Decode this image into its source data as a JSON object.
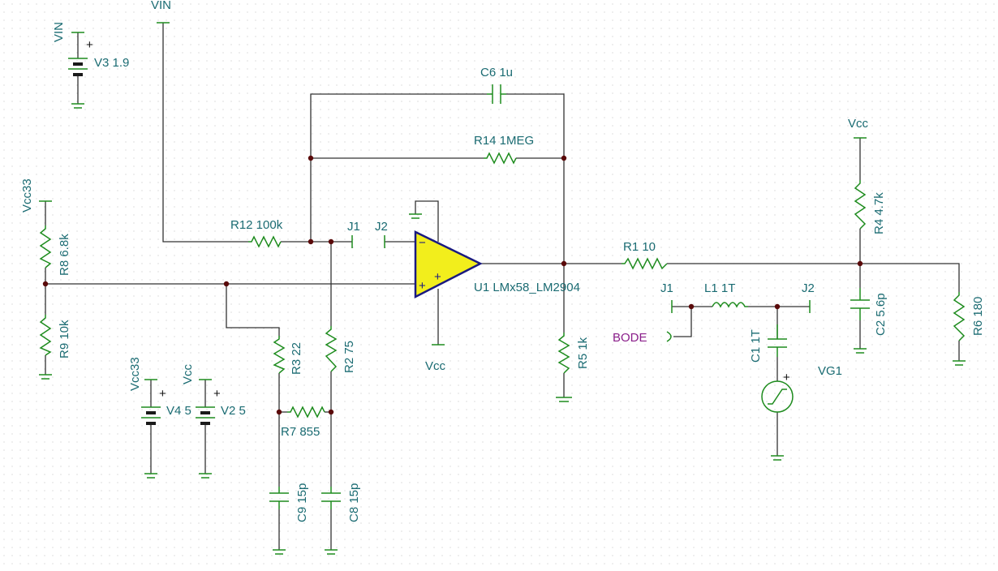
{
  "schematic": {
    "labels": {
      "vin_top": "VIN",
      "v3_net": "VIN",
      "v3": "V3 1.9",
      "vcc33_left": "Vcc33",
      "r8": "R8 6.8k",
      "r9": "R9 10k",
      "r12": "R12 100k",
      "j1_a": "J1",
      "j2_a": "J2",
      "c6": "C6 1u",
      "r14": "R14 1MEG",
      "u1": "U1 LMx58_LM2904",
      "vcc_u1": "Vcc",
      "r3": "R3 22",
      "r2": "R2 75",
      "r7": "R7 855",
      "c9": "C9 15p",
      "c8": "C8 15p",
      "v4_net": "Vcc33",
      "v4": "V4 5",
      "v2_net": "Vcc",
      "v2": "V2 5",
      "r5": "R5 1k",
      "r1": "R1 10",
      "j1_b": "J1",
      "l1": "L1 1T",
      "j2_b": "J2",
      "bode": "BODE",
      "c1": "C1 1T",
      "vcc_right": "Vcc",
      "r4": "R4 4.7k",
      "c2": "C2 5.6p",
      "r6": "R6 180",
      "vg1": "VG1"
    },
    "colors": {
      "wire": "#333333",
      "component": "#1e8c1e",
      "label": "#1a6b72",
      "opamp_fill": "#f2ee1c",
      "opamp_stroke": "#1a1a80",
      "bode": "#8a1e8a",
      "junction": "#5a0a0a"
    }
  }
}
